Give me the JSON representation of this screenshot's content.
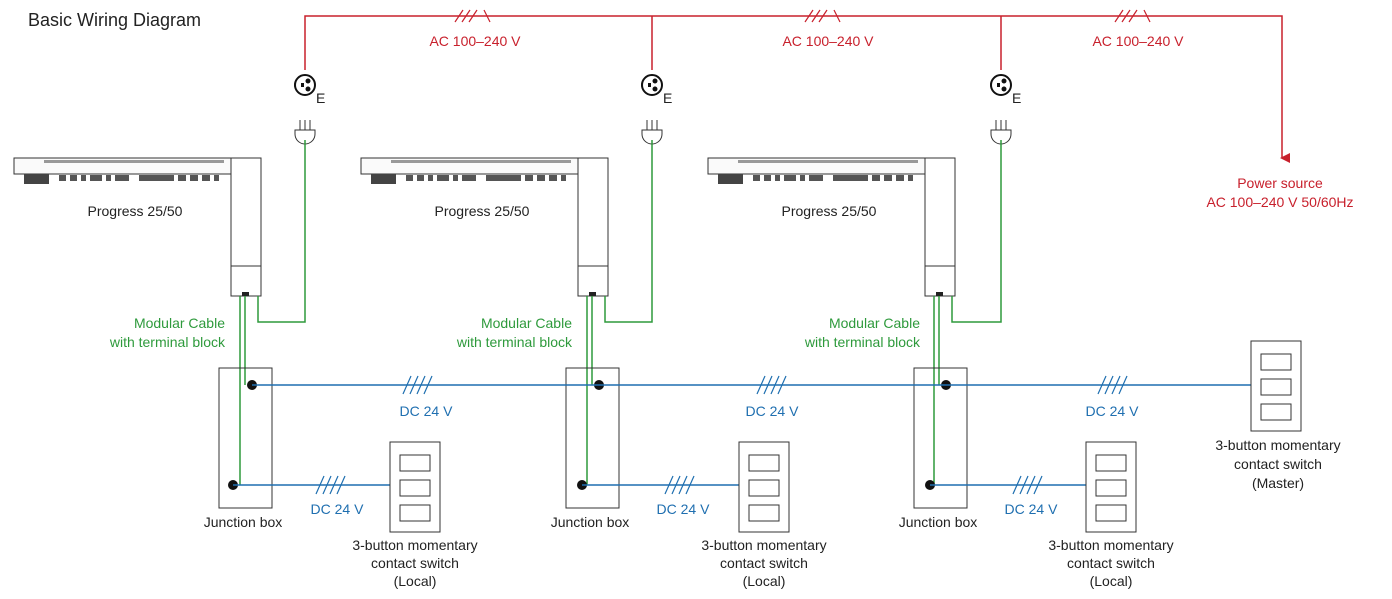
{
  "diagram": {
    "title": "Basic Wiring Diagram",
    "ac_label": "AC 100–240 V",
    "outlet_ground": "E",
    "motor_label": "Progress 25/50",
    "cable_line1": "Modular Cable",
    "cable_line2": "with terminal block",
    "dc_label": "DC 24 V",
    "junction_label": "Junction box",
    "power_line1": "Power source",
    "power_line2": "AC 100–240 V 50/60Hz",
    "switch_line1": "3-button momentary",
    "switch_line2": "contact switch",
    "switch_local": "(Local)",
    "switch_master": "(Master)",
    "colors": {
      "ac": "#c8202c",
      "modular": "#2e9a3c",
      "dc": "#1f6fb0"
    }
  }
}
